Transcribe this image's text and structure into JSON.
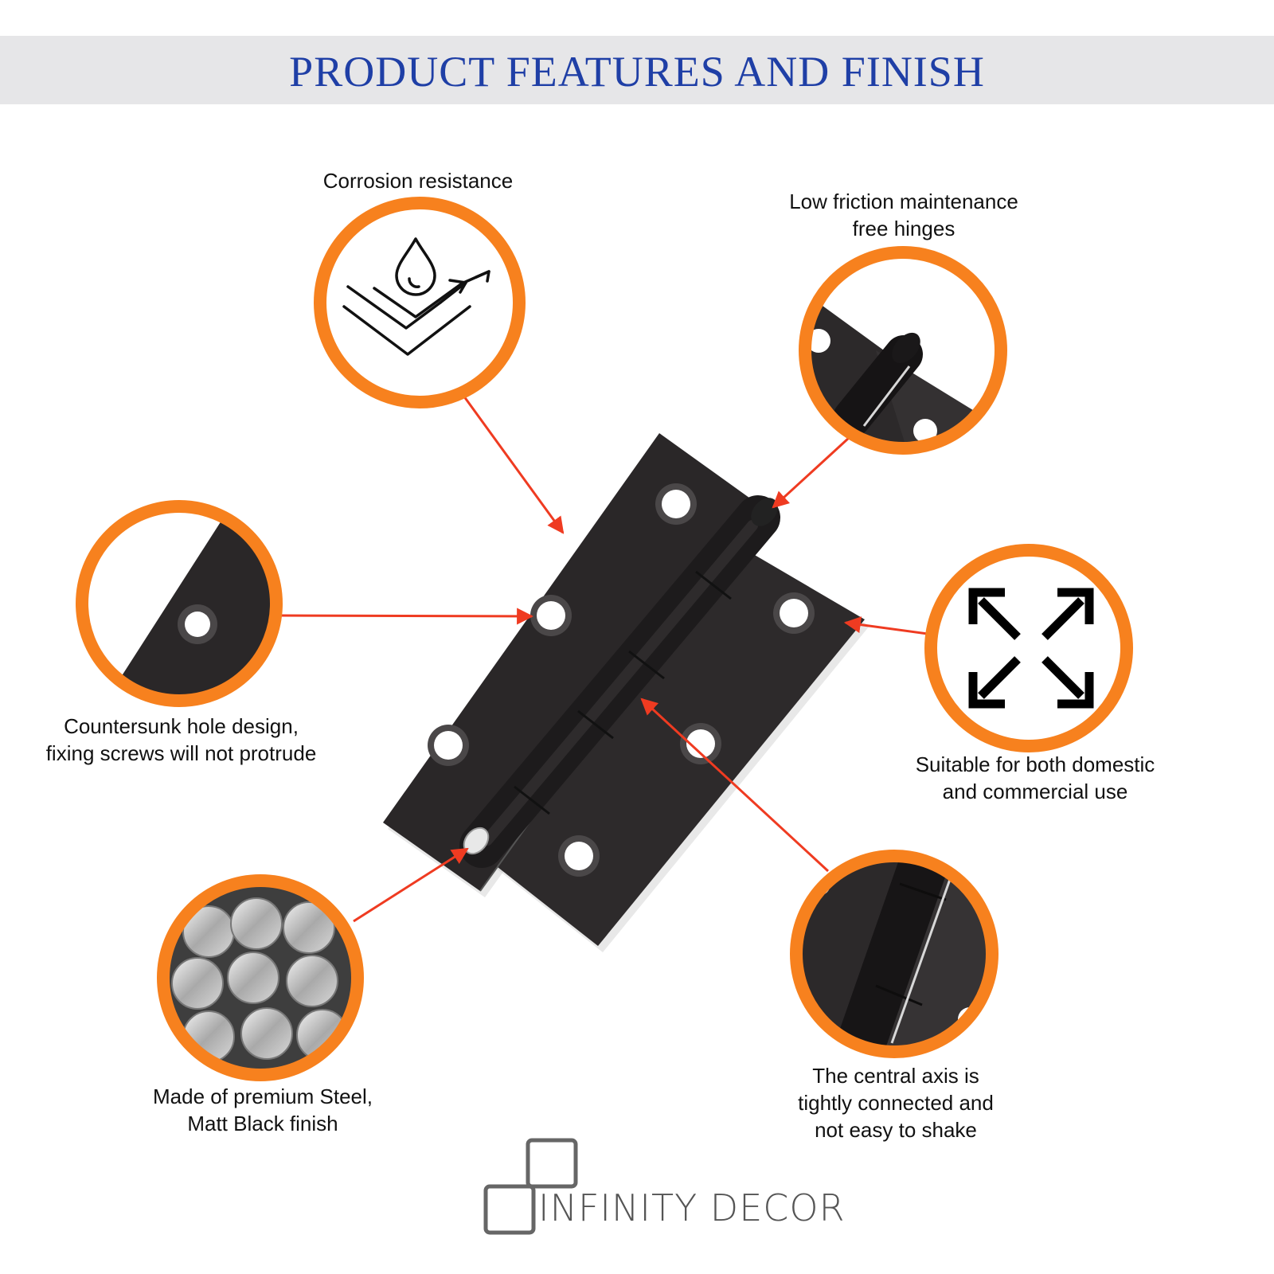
{
  "header": {
    "title": "PRODUCT FEATURES AND FINISH",
    "background": "#e6e6e8",
    "title_color": "#1f3fa6"
  },
  "colors": {
    "accent_ring": "#f7811e",
    "pointer_arrow": "#ef3b21",
    "hinge": "#2a2728"
  },
  "features": [
    {
      "id": "corrosion",
      "lines": [
        "Corrosion resistance"
      ],
      "icon": "water-drop-layers-icon"
    },
    {
      "id": "low-friction",
      "lines": [
        "Low friction maintenance",
        "free hinges"
      ],
      "icon": "hinge-knuckle-closeup"
    },
    {
      "id": "countersunk",
      "lines": [
        "Countersunk hole design,",
        "fixing screws will not protrude"
      ],
      "icon": "countersunk-hole-closeup"
    },
    {
      "id": "suitable",
      "lines": [
        "Suitable for both domestic",
        "and commercial use"
      ],
      "icon": "expand-arrows-icon"
    },
    {
      "id": "steel",
      "lines": [
        "Made of premium Steel,",
        "Matt Black finish"
      ],
      "icon": "steel-rods-icon"
    },
    {
      "id": "central-axis",
      "lines": [
        "The central axis is",
        "tightly connected and",
        "not easy to shake"
      ],
      "icon": "hinge-axis-closeup"
    }
  ],
  "brand": {
    "name": "INFINITY DECOR",
    "logo": "overlapping-squares-logo"
  }
}
